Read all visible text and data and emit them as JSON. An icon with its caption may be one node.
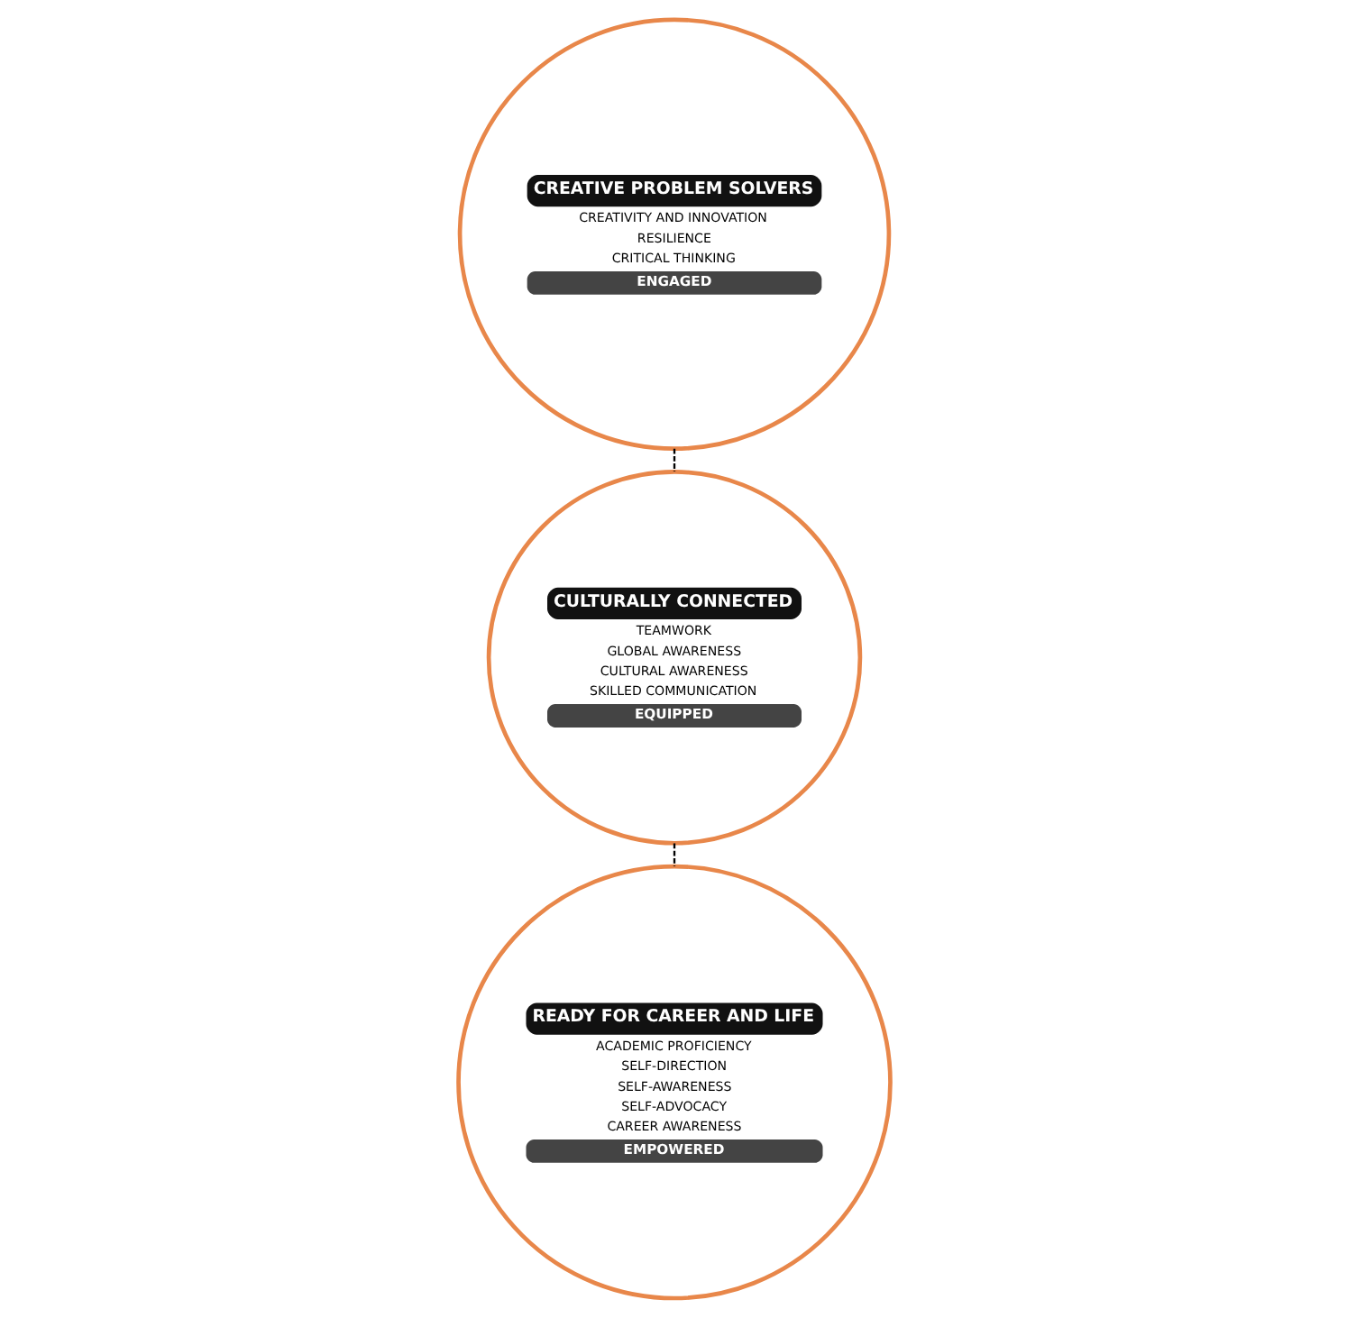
{
  "diagram": {
    "nodes": [
      {
        "text": [
          "CREATIVE PROBLEM SOLVERS",
          "CREATIVITY AND INNOVATION",
          "RESILIENCE",
          "CRITICAL THINKING",
          "ENGAGED"
        ]
      },
      {
        "text": [
          "CULTURALLY CONNECTED",
          "TEAMWORK",
          "GLOBAL AWARENESS",
          "CULTURAL AWARENESS",
          "SKILLED COMMUNICATION",
          "EQUIPPED"
        ]
      },
      {
        "text": [
          "READY FOR CAREER AND LIFE",
          "ACADEMIC PROFICIENCY",
          "SELF-DIRECTION",
          "SELF-AWARENESS",
          "SELF-ADVOCACY",
          "CAREER AWARENESS",
          "EMPOWERED"
        ]
      }
    ],
    "edges": [
      {
        "from": 0,
        "to": 1,
        "arrow": "none",
        "style": "dashed"
      },
      {
        "from": 1,
        "to": 2,
        "arrow": "none",
        "style": "dashed"
      }
    ]
  }
}
